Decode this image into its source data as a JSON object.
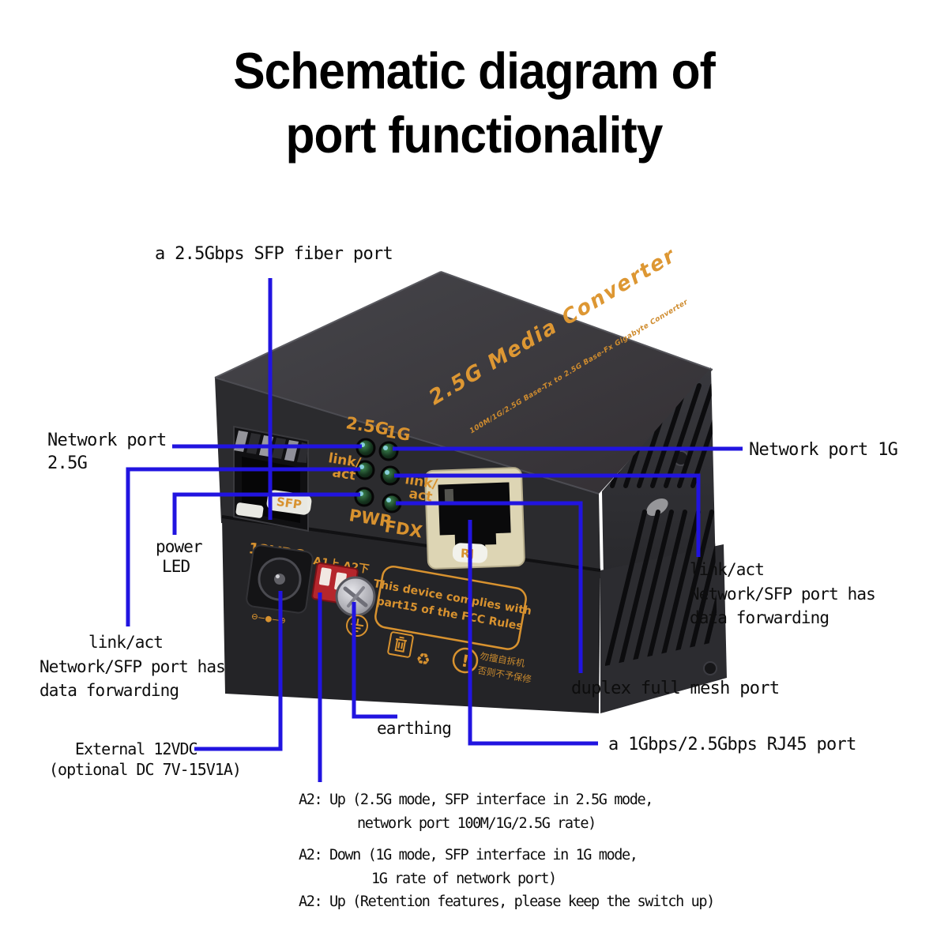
{
  "title": {
    "line1": "Schematic diagram of",
    "line2": "port functionality"
  },
  "colors": {
    "annotation_line": "#2114e0",
    "panel_text": "#d8922f",
    "device_front": "#2b2b2e",
    "device_top": "#3f3f44",
    "led_green": "#16351f",
    "dip_red": "#b5262c",
    "rj45_bezel": "#ddd5b4"
  },
  "device": {
    "top_title": "2.5G Media Converter",
    "top_subtitle": "100M/1G/2.5G Base-Tx to 2.5G Base-Fx Gigabyte Converter",
    "front": {
      "label_25g": "2.5G",
      "label_1g": "1G",
      "label_linkact_left_1": "link/",
      "label_linkact_left_2": "act",
      "label_linkact_right_1": "link/",
      "label_linkact_right_2": "act",
      "label_pwr": "PWR",
      "label_fdx": "FDX",
      "sfp_badge": "SFP",
      "rj_badge": "RJ"
    },
    "bottom": {
      "label_12vdc": "12VDC",
      "label_dip": "A1上 A2下",
      "polarity": "⊖–●–⊕",
      "fcc_line1": "This device complies with",
      "fcc_line2": "part15 of the FCC Rules",
      "warning_mark": "!",
      "recycle_mark": "♻",
      "cn_line1": "勿擅自拆机",
      "cn_line2": "否则不予保修"
    }
  },
  "annotations": {
    "sfp_fiber_port": "a 2.5Gbps SFP fiber port",
    "network_port_25g_l1": "Network port",
    "network_port_25g_l2": "2.5G",
    "power_led_l1": "power",
    "power_led_l2": "LED",
    "linkact_left_l1": "link/act",
    "linkact_left_l2": "Network/SFP port has",
    "linkact_left_l3": "data forwarding",
    "external_l1": "External 12VDC",
    "external_l2": "(optional DC 7V-15V1A)",
    "earthing": "earthing",
    "network_port_1g": "Network port 1G",
    "linkact_right_l1": "link/act",
    "linkact_right_l2": "Network/SFP port has",
    "linkact_right_l3": "data forwarding",
    "duplex": "duplex full mesh port",
    "rj45_port": "a 1Gbps/2.5Gbps RJ45 port",
    "a2_note1_l1": "A2: Up (2.5G mode, SFP interface in 2.5G mode,",
    "a2_note1_l2": "network port 100M/1G/2.5G rate)",
    "a2_note2_l1": "A2: Down (1G mode, SFP interface in 1G mode,",
    "a2_note2_l2": "1G rate of network port)",
    "a2_note3": "A2: Up (Retention features, please keep the switch up)"
  }
}
